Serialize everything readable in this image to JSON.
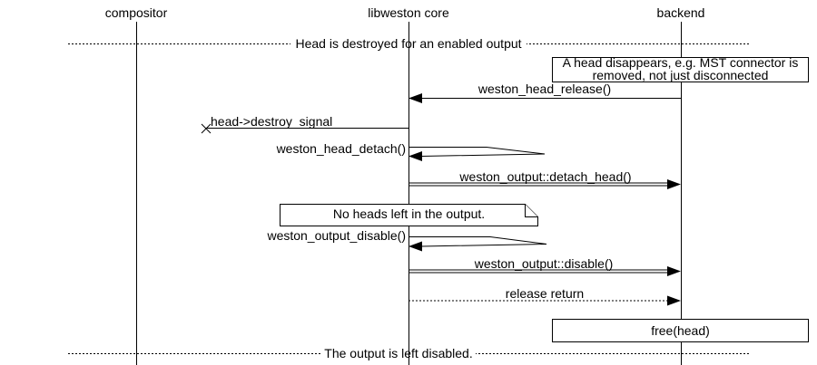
{
  "colors": {
    "background": "#ffffff",
    "line": "#000000"
  },
  "participants": [
    {
      "label": "compositor"
    },
    {
      "label": "libweston core"
    },
    {
      "label": "backend"
    }
  ],
  "dividers": [
    {
      "label": "Head is destroyed for an enabled output"
    },
    {
      "label": "The output is left disabled."
    }
  ],
  "notes": [
    {
      "type": "box",
      "label": "A head disappears, e.g. MST connector is removed, not just disconnected"
    },
    {
      "type": "note",
      "label": "No heads left in the output."
    },
    {
      "type": "box",
      "label": "free(head)"
    }
  ],
  "messages": [
    {
      "label": "weston_head_release()",
      "from": "backend",
      "to": "libweston core",
      "style": "solid"
    },
    {
      "label": "head->destroy_signal",
      "from": "libweston core",
      "to": "lost",
      "style": "lost"
    },
    {
      "label": "weston_head_detach()",
      "from": "libweston core",
      "to": "libweston core",
      "style": "self"
    },
    {
      "label": "weston_output::detach_head()",
      "from": "libweston core",
      "to": "backend",
      "style": "double"
    },
    {
      "label": "weston_output_disable()",
      "from": "libweston core",
      "to": "libweston core",
      "style": "self"
    },
    {
      "label": "weston_output::disable()",
      "from": "libweston core",
      "to": "backend",
      "style": "double"
    },
    {
      "label": "release return",
      "from": "libweston core",
      "to": "backend",
      "style": "dashed-return"
    }
  ]
}
